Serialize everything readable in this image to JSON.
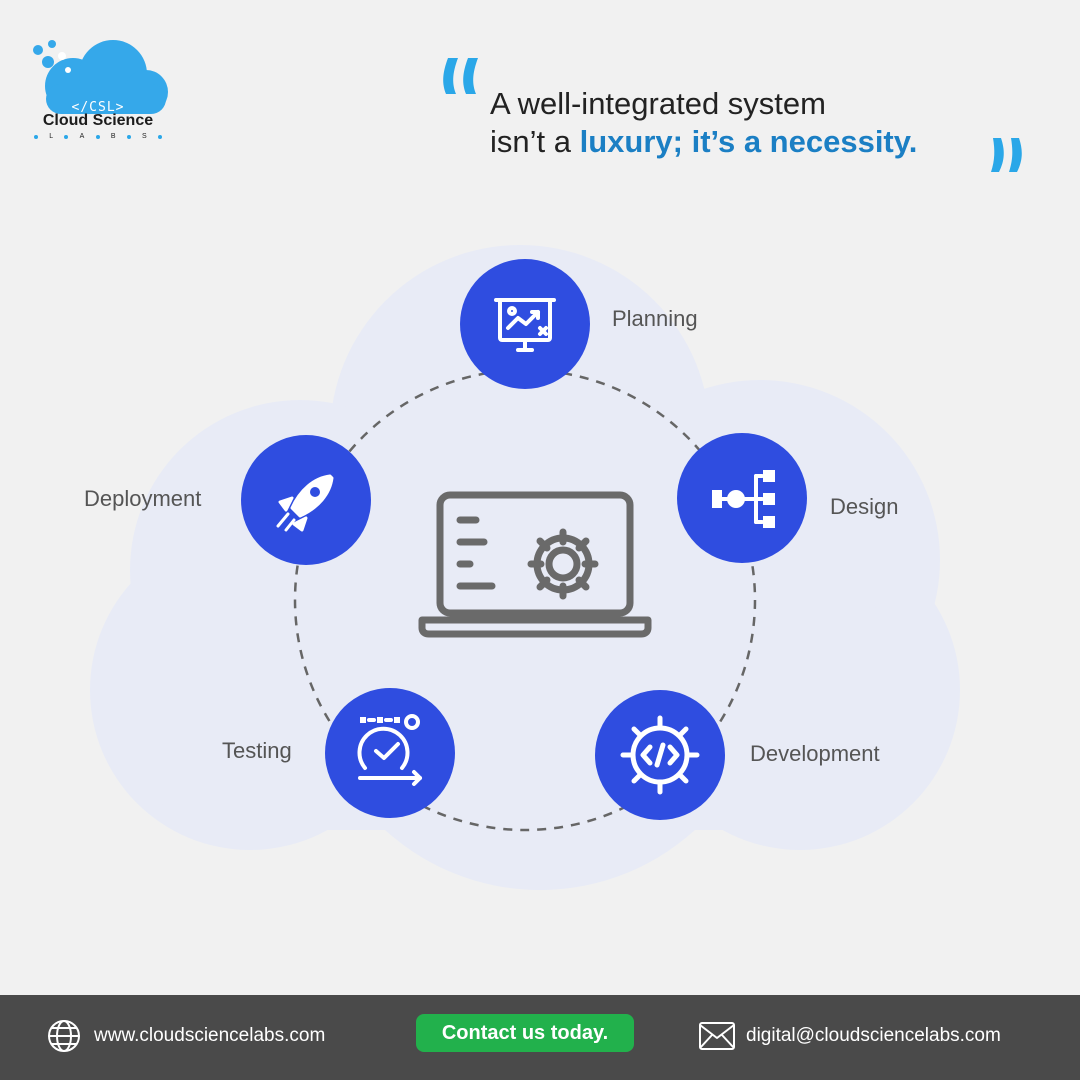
{
  "brand": {
    "code_mark": "</CSL>",
    "name": "Cloud Science",
    "sub_letters": [
      "L",
      "A",
      "B",
      "S"
    ]
  },
  "quote": {
    "line1": "A well-integrated system",
    "line2_plain": "isn’t a ",
    "line2_accent": "luxury; it’s a necessity."
  },
  "diagram": {
    "center_icon": "laptop-gear-icon",
    "stages": [
      {
        "label": "Planning",
        "icon": "presentation-board-icon"
      },
      {
        "label": "Design",
        "icon": "flowchart-icon"
      },
      {
        "label": "Development",
        "icon": "code-gear-icon"
      },
      {
        "label": "Testing",
        "icon": "testing-cycle-icon"
      },
      {
        "label": "Deployment",
        "icon": "rocket-icon"
      }
    ]
  },
  "footer": {
    "website": "www.cloudsciencelabs.com",
    "contact_label": "Contact us today.",
    "email": "digital@cloudsciencelabs.com"
  },
  "colors": {
    "accent_blue": "#1b7fc4",
    "node_blue": "#2f4de0",
    "cloud_bg": "#e8ebf6",
    "logo_blue": "#2aa7e8",
    "contact_green": "#22b14c",
    "footer_bg": "#4a4a4a"
  }
}
